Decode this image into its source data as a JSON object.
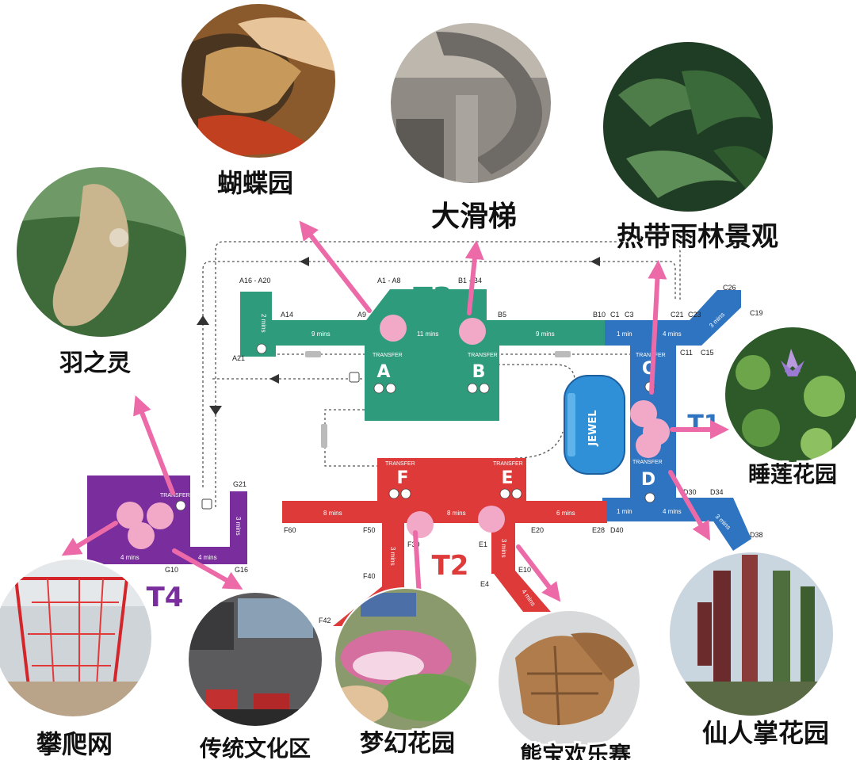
{
  "terminals": {
    "t1": {
      "label": "T1",
      "color": "#2f74c0"
    },
    "t2": {
      "label": "T2",
      "color": "#de3a3a"
    },
    "t3": {
      "label": "T3",
      "color": "#2e9c7c"
    },
    "t4": {
      "label": "T4",
      "color": "#7a2e9e"
    }
  },
  "piers": {
    "a": "A",
    "b": "B",
    "c": "C",
    "d": "D",
    "e": "E",
    "f": "F",
    "transfer": "TRANSFER",
    "transfer_t4": "TRANSFER"
  },
  "jewel": "JEWEL",
  "gates": {
    "a16_a20": "A16 - A20",
    "a1_a8": "A1 - A8",
    "a14": "A14",
    "a9": "A9",
    "a21": "A21",
    "b1_b4": "B1 - B4",
    "b5": "B5",
    "b10": "B10",
    "c1": "C1",
    "c3": "C3",
    "c21": "C21",
    "c23": "C23",
    "c26": "C26",
    "c19": "C19",
    "c11": "C11",
    "c15": "C15",
    "d30": "D30",
    "d34": "D34",
    "d38": "D38",
    "d40": "D40",
    "e28": "E28",
    "e20": "E20",
    "e1": "E1",
    "e10": "E10",
    "e4": "E4",
    "f60": "F60",
    "f50": "F50",
    "f30": "F30",
    "f40": "F40",
    "f42": "F42",
    "g21": "G21",
    "g10": "G10",
    "g16": "G16"
  },
  "walk_times": {
    "a_left": "2 mins",
    "a_mid": "9 mins",
    "ab": "11 mins",
    "b_right": "9 mins",
    "t3_t1": "1 min",
    "c_right": "4 mins",
    "c_arm": "3 mins",
    "f_left": "8 mins",
    "fe": "8 mins",
    "e_right": "6 mins",
    "t2_t1": "1 min",
    "d_right": "4 mins",
    "d_arm": "3 mins",
    "f_down": "3 mins",
    "e_down": "3 mins",
    "e_arm": "4 mins",
    "t4_a": "4 mins",
    "t4_b": "4 mins",
    "t4_up": "3 mins"
  },
  "attractions": [
    {
      "id": "butterfly",
      "label": "蝴蝶园"
    },
    {
      "id": "slide",
      "label": "大滑梯"
    },
    {
      "id": "rainforest",
      "label": "热带雨林景观"
    },
    {
      "id": "kinetic",
      "label": "羽之灵"
    },
    {
      "id": "waterlily",
      "label": "睡莲花园"
    },
    {
      "id": "net",
      "label": "攀爬网"
    },
    {
      "id": "heritage",
      "label": "传统文化区"
    },
    {
      "id": "enchanted",
      "label": "梦幻花园"
    },
    {
      "id": "playground",
      "label": "熊宝欢乐赛"
    },
    {
      "id": "cactus",
      "label": "仙人掌花园"
    }
  ],
  "colors": {
    "arrow": "#ec6aa8",
    "dot": "#f2a9c8",
    "connector": "#555555"
  }
}
